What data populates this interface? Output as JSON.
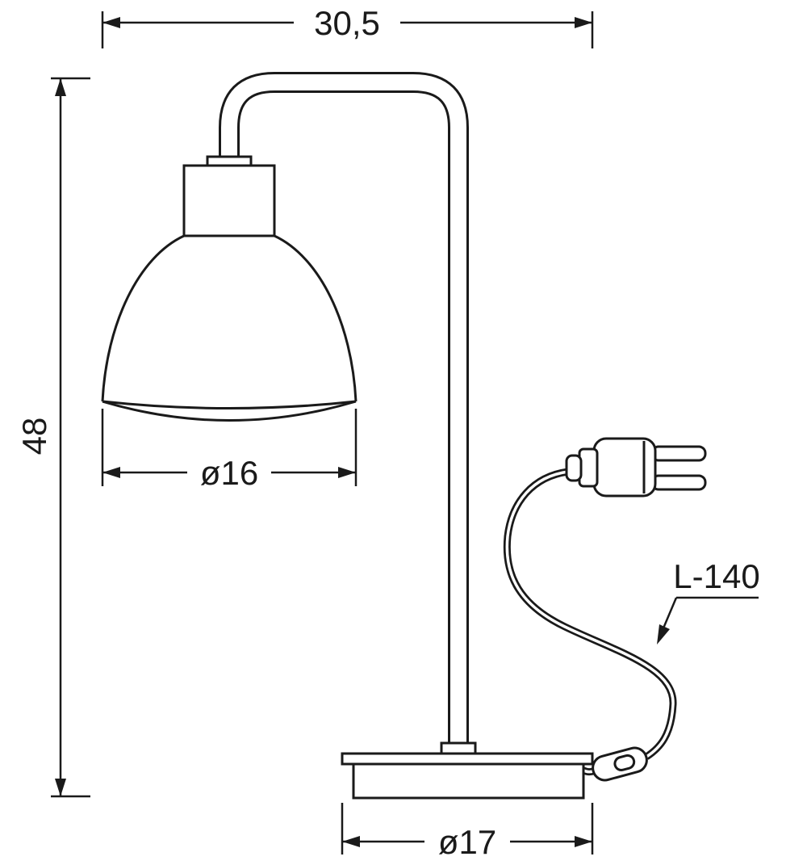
{
  "page": {
    "background": "#ffffff",
    "line_color": "#1a1a1a"
  },
  "diagram": {
    "type": "technical-drawing",
    "subject": "desk lamp dimensional drawing",
    "labels": {
      "overall_depth": "30,5",
      "overall_height": "48",
      "shade_diameter": "ø16",
      "base_diameter": "ø17",
      "cable_length": "L-140"
    }
  }
}
